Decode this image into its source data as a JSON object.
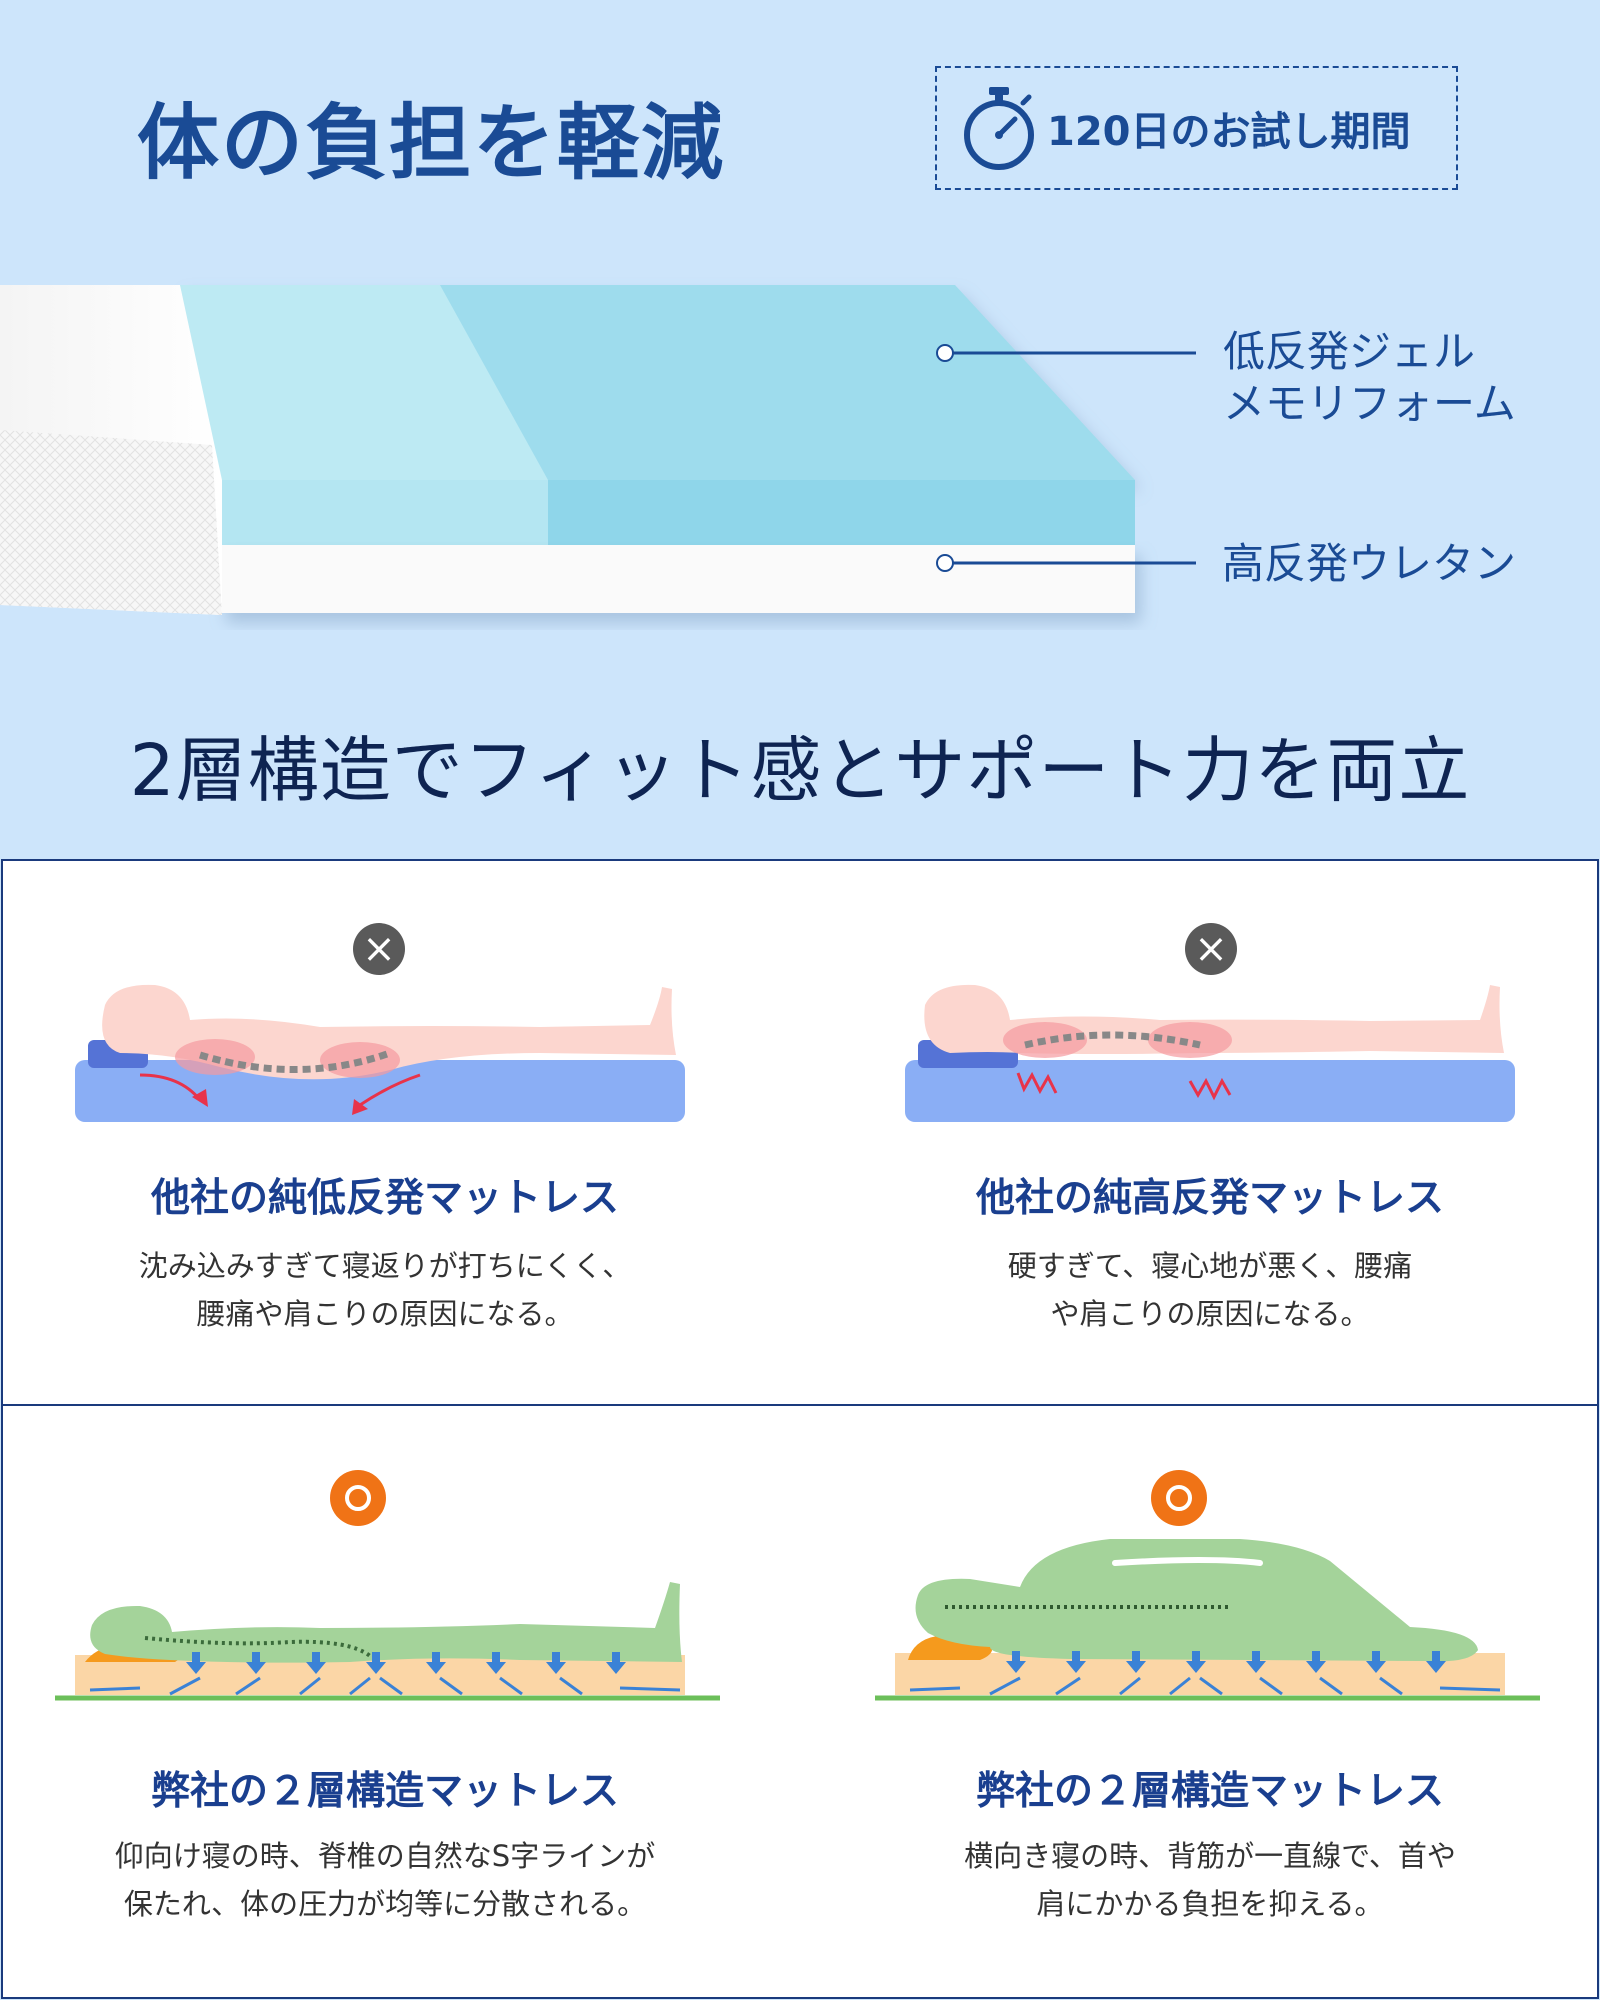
{
  "header": {
    "title": "体の負担を軽減",
    "trial_label": "120日のお試し期間"
  },
  "product": {
    "layer_top_label_line1": "低反発ジェル",
    "layer_top_label_line2": "メモリフォーム",
    "layer_bottom_label": "高反発ウレタン"
  },
  "subtitle": "2層構造でフィット感とサポート力を両立",
  "comparisons": [
    {
      "mark": "x-icon",
      "title": "他社の純低反発マットレス",
      "desc_line1": "沈み込みすぎて寝返りが打ちにくく、",
      "desc_line2": "腰痛や肩こりの原因になる。"
    },
    {
      "mark": "x-icon",
      "title": "他社の純高反発マットレス",
      "desc_line1": "硬すぎて、寝心地が悪く、腰痛",
      "desc_line2": "や肩こりの原因になる。"
    },
    {
      "mark": "circle-icon",
      "title": "弊社の２層構造マットレス",
      "desc_line1": "仰向け寝の時、脊椎の自然なS字ラインが",
      "desc_line2": "保たれ、体の圧力が均等に分散される。"
    },
    {
      "mark": "circle-icon",
      "title": "弊社の２層構造マットレス",
      "desc_line1": "横向き寝の時、背筋が一直線で、首や",
      "desc_line2": "肩にかかる負担を抑える。"
    }
  ],
  "colors": {
    "background": "#cde5fb",
    "brand_navy": "#1a4b95",
    "foam_blue": "#8fd6ea",
    "mattress_blue": "#8aaef5",
    "body_pink": "#fcd6cf",
    "body_green": "#a4d39a",
    "good_orange": "#f07316",
    "bad_gray": "#5a5a5a"
  }
}
